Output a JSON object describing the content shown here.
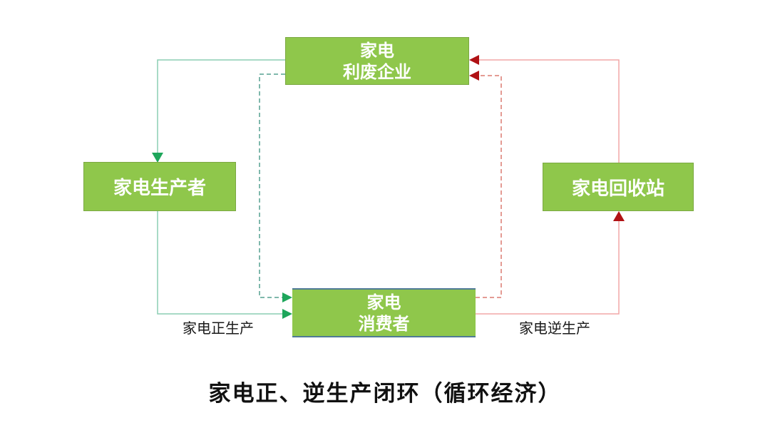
{
  "title": "家电正、逆生产闭环（循环经济）",
  "nodes": {
    "waste_utilization_enterprise": {
      "line1": "家电",
      "line2": "利废企业"
    },
    "producer": {
      "label": "家电生产者"
    },
    "collection_station": {
      "label": "家电回收站"
    },
    "consumer": {
      "line1": "家电",
      "line2": "消费者"
    }
  },
  "edge_labels": {
    "forward": "家电正生产",
    "reverse": "家电逆生产"
  },
  "colors": {
    "background": "#ffffff",
    "node_fill": "#8fc74b",
    "node_text": "#ffffff",
    "consumer_border": "#4f7a96",
    "forward_line": "#8ccdb4",
    "forward_dashed": "#55a191",
    "forward_arrowhead": "#1ea65b",
    "reverse_line": "#f2a7a7",
    "reverse_dashed": "#dc7a70",
    "reverse_arrowhead": "#b01114",
    "label_text": "#1a1a1a",
    "title_text": "#111111"
  }
}
